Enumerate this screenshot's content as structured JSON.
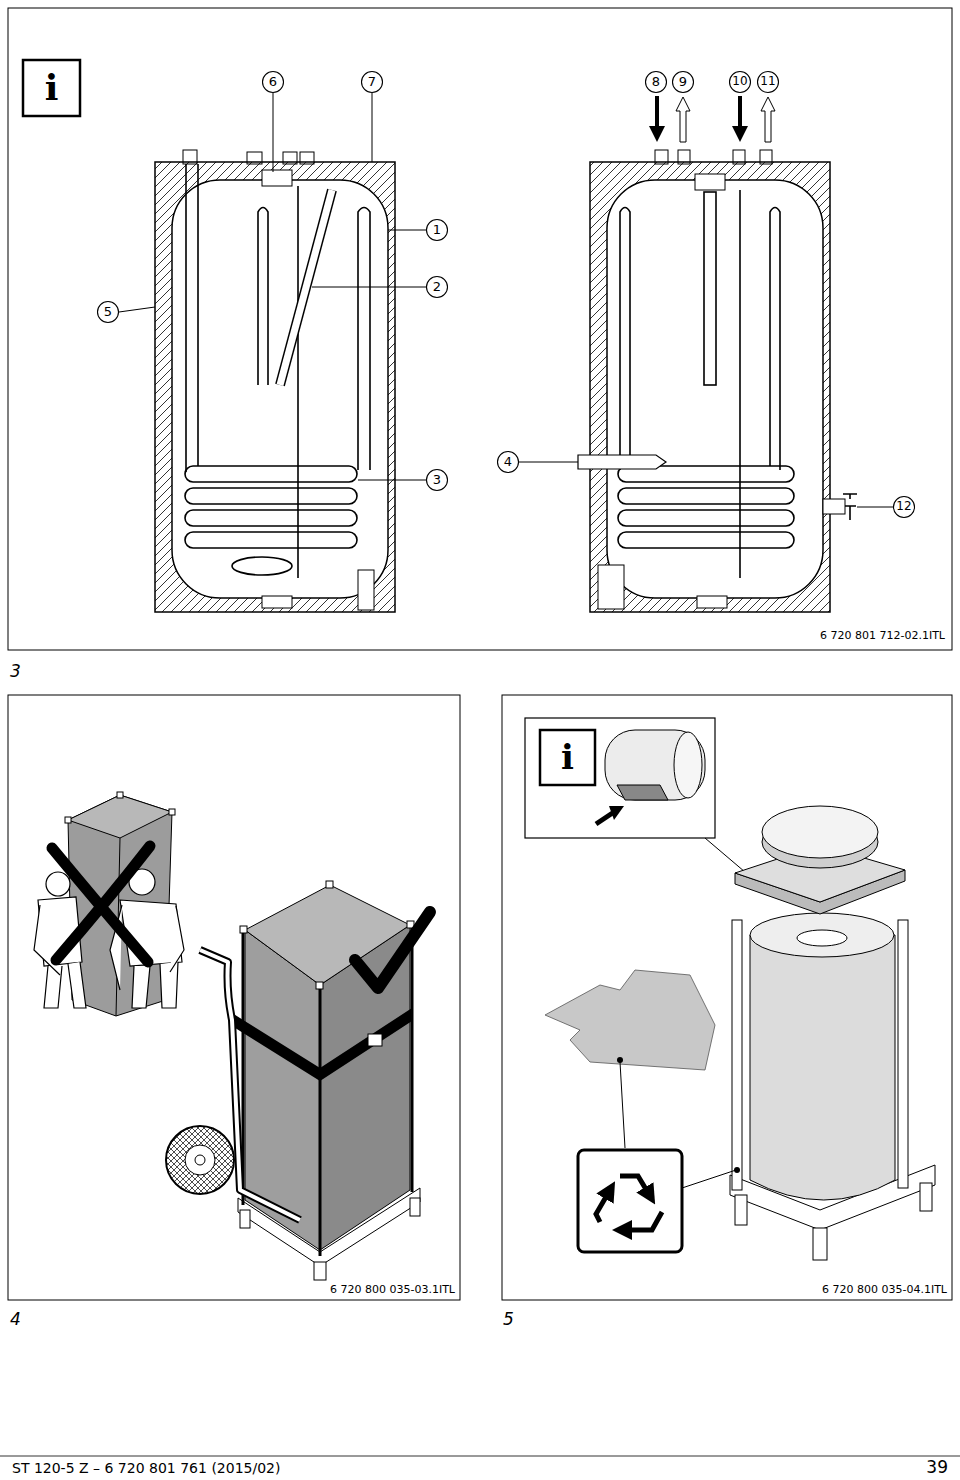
{
  "diagram": {
    "labels": [
      "i",
      "6",
      "7",
      "8",
      "9",
      "10",
      "11",
      "1",
      "5",
      "2",
      "3",
      "4",
      "12",
      "6 720 801 712-02.1ITL",
      "3",
      "i",
      "6 720 800 035-03.1ITL",
      "6 720 800 035-04.1ITL",
      "4",
      "5",
      "ST 120-5 Z – 6 720 801 761 (2015/02)",
      "39"
    ]
  }
}
